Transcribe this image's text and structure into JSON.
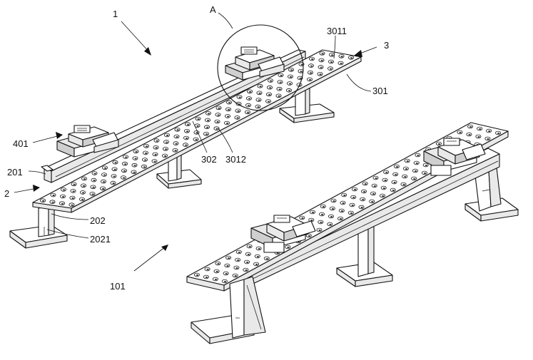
{
  "labels": {
    "l1": "1",
    "lA": "A",
    "l3011": "3011",
    "l3": "3",
    "l301": "301",
    "l401": "401",
    "l302": "302",
    "l3012": "3012",
    "l201": "201",
    "l2": "2",
    "l202": "202",
    "l2021": "2021",
    "l101": "101"
  }
}
